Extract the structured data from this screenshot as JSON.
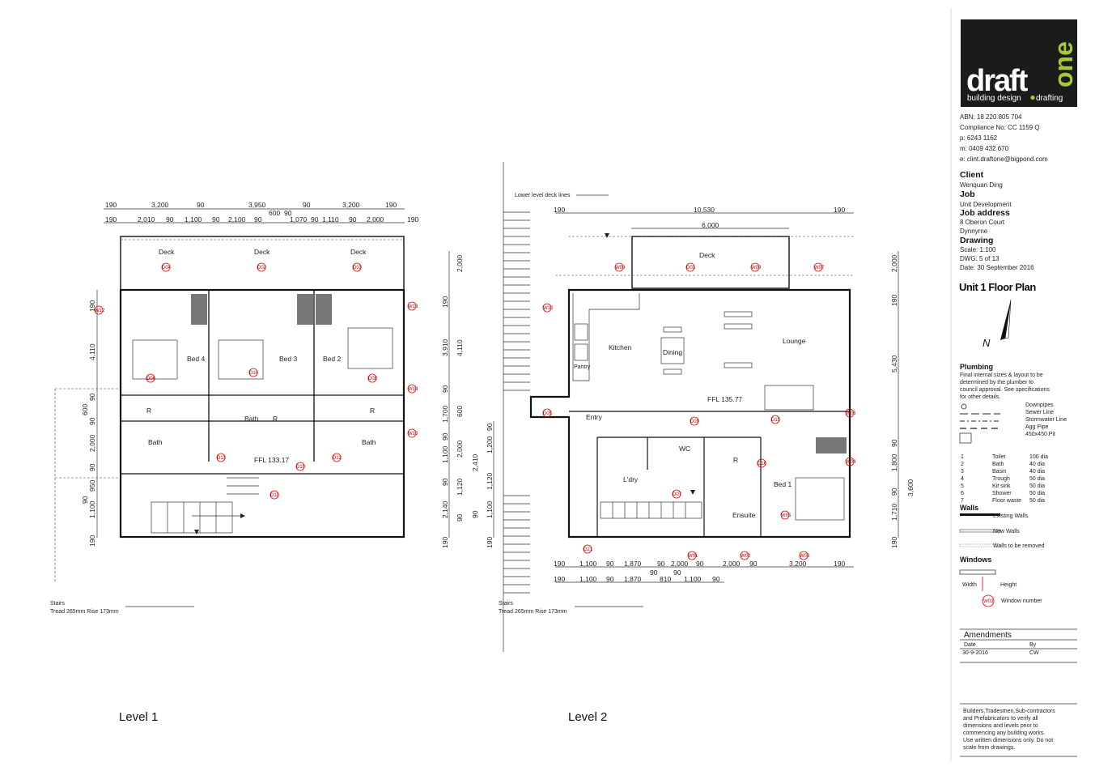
{
  "titleblock": {
    "logo": {
      "word_main": "draft",
      "word_accent": "one",
      "tagline_a": "building design",
      "tagline_b": "drafting",
      "bg_color": "#1b1b1b",
      "accent_color": "#a8c83c"
    },
    "contact": {
      "abn": "ABN: 18 220 805 704",
      "compliance": "Compliance No:  CC 1159 Q",
      "phone": "p:  6243 1162",
      "mobile": "m:  0409 432 670",
      "email": "e:  clint.draftone@bigpond.com"
    },
    "client_label": "Client",
    "client_value": "Wenquan Ding",
    "job_label": "Job",
    "job_value": "Unit Development",
    "job_address_label": "Job address",
    "job_address_1": "8 Oberon Court",
    "job_address_2": "Dynnyrne",
    "drawing_label": "Drawing",
    "scale": "Scale: 1:100",
    "dwg": "DWG: 5 of 13",
    "date": "Date:  30 September 2016",
    "sheet_title": "Unit 1 Floor Plan",
    "north": "N",
    "plumbing_label": "Plumbing",
    "plumbing_note": [
      "Final internal sizes & layout to be",
      "determined by the plumber to",
      "council approval. See specifications",
      "for other details."
    ],
    "plumbing_legend": [
      "Downpipes",
      "Sewer Line",
      "Stormwater Line",
      "Agg Pipe",
      "450x450 Pit"
    ],
    "fixtures": [
      {
        "n": "1",
        "name": "Toilet",
        "size": "100 dia"
      },
      {
        "n": "2",
        "name": "Bath",
        "size": "40 dia"
      },
      {
        "n": "3",
        "name": "Basin",
        "size": "40 dia"
      },
      {
        "n": "4",
        "name": "Trough",
        "size": "50 dia"
      },
      {
        "n": "5",
        "name": "Kit sink",
        "size": "50 dia"
      },
      {
        "n": "6",
        "name": "Shower",
        "size": "50 dia"
      },
      {
        "n": "7",
        "name": "Floor waste",
        "size": "50 dia"
      }
    ],
    "walls_label": "Walls",
    "walls": [
      "Existing Walls",
      "New Walls",
      "Walls to be removed"
    ],
    "windows_label": "Windows",
    "window_width": "Width",
    "window_height": "Height",
    "window_number": "Window number",
    "window_sample_tag": "W03",
    "amendments_label": "Amendments",
    "amend_date_h": "Date",
    "amend_by_h": "By",
    "amend_date": "30-9-2016",
    "amend_by": "CW",
    "disclaimer": [
      "Builders,Tradesmen,Sub-contractors",
      "and Prefabricators to verify all",
      "dimensions and levels prior to",
      "commencing any building works.",
      "Use written dimensions only. Do not",
      "scale from drawings."
    ]
  },
  "level1": {
    "label": "Level 1",
    "dims_top_row1": [
      "190",
      "3,200",
      "90",
      "3,950",
      "90",
      "3,200",
      "190"
    ],
    "dims_top_row2": [
      "190",
      "2,010",
      "90",
      "1,100",
      "90",
      "2,100",
      "90",
      "600",
      "90",
      "1,070",
      "90",
      "1,110",
      "90",
      "2,000",
      "190"
    ],
    "dims_left": [
      "190",
      "4,110",
      "90",
      "600",
      "90",
      "2,000",
      "90",
      "950",
      "90",
      "1,100",
      "190"
    ],
    "dims_right": [
      "2,000",
      "190",
      "3,910",
      "4,110",
      "90",
      "1,700",
      "600",
      "90",
      "1,100",
      "2,000",
      "90",
      "2,140",
      "1,120",
      "90",
      "190"
    ],
    "rooms": [
      "Deck",
      "Deck",
      "Deck",
      "Bed 4",
      "Bed 3",
      "Bed 2",
      "Bath",
      "Bath",
      "Bath",
      "R",
      "R",
      "R"
    ],
    "ffl": "FFL  133.17",
    "stairs_label": "Stairs",
    "stairs_note": "Tread 265mm  Rise 173mm",
    "tags": [
      "D04",
      "D02",
      "D03",
      "W12",
      "W13",
      "W14",
      "W15",
      "D06",
      "D08",
      "D14",
      "D10",
      "D11",
      "D12",
      "D13"
    ]
  },
  "level2": {
    "label": "Level 2",
    "deck_note": "Lower level deck lines",
    "dims_top_row1": [
      "190",
      "10,530",
      "190"
    ],
    "dims_top_row2": [
      "6,000"
    ],
    "dims_left": [
      "90",
      "1,200",
      "2,410",
      "1,120",
      "1,100",
      "90",
      "190"
    ],
    "dims_right": [
      "2,000",
      "190",
      "5,430",
      "90",
      "1,800",
      "90",
      "1,710",
      "190",
      "3,600"
    ],
    "dims_bottom_row1": [
      "190",
      "1,100",
      "90",
      "1,870",
      "90",
      "2,000",
      "90",
      "2,000",
      "90",
      "3,200",
      "190"
    ],
    "dims_bottom_row2": [
      "190",
      "1,100",
      "90",
      "1,870",
      "90",
      "810",
      "90",
      "1,100",
      "90"
    ],
    "rooms": [
      "Deck",
      "Kitchen",
      "Dining",
      "Lounge",
      "Pantry",
      "Entry",
      "WC",
      "L'dry",
      "R",
      "Bed 1",
      "Ensuite"
    ],
    "ffl": "FFL  135.77",
    "stairs_label": "Stairs",
    "stairs_note": "Tread 265mm  Rise 173mm",
    "tags": [
      "W09",
      "D01",
      "W08",
      "W07",
      "W10",
      "W06",
      "D05",
      "D09",
      "D15",
      "D07",
      "D16",
      "W04",
      "D21",
      "W05",
      "W02",
      "W03",
      "W01"
    ]
  }
}
